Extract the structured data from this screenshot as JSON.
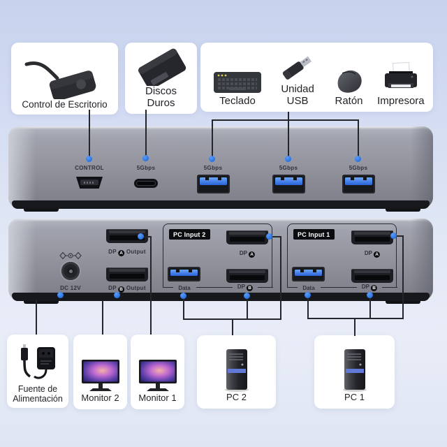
{
  "cards_top": {
    "remote": {
      "label": "Control de Escritorio"
    },
    "hdd": {
      "lines": [
        "Discos",
        "Duros"
      ]
    },
    "peripherals": {
      "keyboard": {
        "label": "Teclado"
      },
      "usb_drive": {
        "lines": [
          "Unidad",
          "USB"
        ]
      },
      "mouse": {
        "label": "Ratón"
      },
      "printer": {
        "label": "Impresora"
      }
    }
  },
  "front_panel": {
    "ports": {
      "control": {
        "label": "CONTROL"
      },
      "usb_c": {
        "label": "5Gbps"
      },
      "usb_a_1": {
        "label": "5Gbps"
      },
      "usb_a_2": {
        "label": "5Gbps"
      },
      "usb_a_3": {
        "label": "5Gbps"
      }
    }
  },
  "back_panel": {
    "dc": {
      "label": "DC 12V"
    },
    "dp_a_output": {
      "pre": "DP",
      "circ": "A",
      "post": "Output"
    },
    "dp_b_output": {
      "pre": "DP",
      "circ": "B",
      "post": "Output"
    },
    "pc_input_2": {
      "title": "PC Input 2",
      "data_label": "Data",
      "dp_a": {
        "pre": "DP",
        "circ": "A"
      },
      "dp_b": {
        "pre": "DP",
        "circ": "B"
      }
    },
    "pc_input_1": {
      "title": "PC Input 1",
      "data_label": "Data",
      "dp_a": {
        "pre": "DP",
        "circ": "A"
      },
      "dp_b": {
        "pre": "DP",
        "circ": "B"
      }
    }
  },
  "cards_bottom": {
    "power": {
      "lines": [
        "Fuente de",
        "Alimentación"
      ]
    },
    "monitor2": {
      "label": "Monitor 2"
    },
    "monitor1": {
      "label": "Monitor 1"
    },
    "pc2": {
      "label": "PC 2"
    },
    "pc1": {
      "label": "PC 1"
    }
  },
  "colors": {
    "background_top": "#c7d2ed",
    "background_bottom": "#e7ecf7",
    "card": "#ffffff",
    "device_body": "#94959f",
    "device_base": "#17181c",
    "dot_blue": "#2e7ce8",
    "usb_blue": "#2f6fd8",
    "connector_line": "#24262c",
    "label_dark": "#1f2126"
  }
}
